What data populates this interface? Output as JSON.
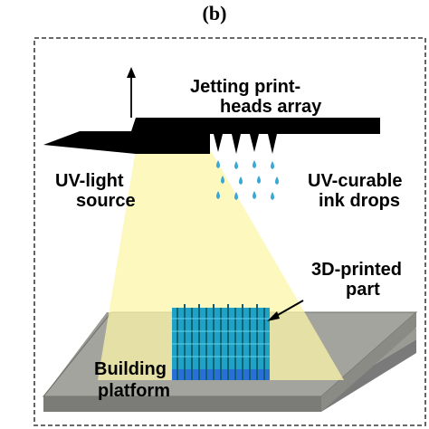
{
  "panel_label": "(b)",
  "labels": {
    "jetting_line1": "Jetting print-",
    "jetting_line2": "heads array",
    "uv_light_line1": "UV-light",
    "uv_light_line2": "source",
    "ink_line1": "UV-curable",
    "ink_line2": "ink drops",
    "part_line1": "3D-printed",
    "part_line2": "part",
    "platform_line1": "Building",
    "platform_line2": "platform"
  },
  "colors": {
    "printhead": "#000000",
    "light_cone": "#fbf6a8",
    "platform_top": "#9b9b95",
    "platform_side": "#7a7a7a",
    "part_cyan": "#1fa3c4",
    "part_dark": "#0e5f78",
    "part_blue": "#2a6fd6",
    "drops": "#3aa8d6",
    "frame": "#555555"
  }
}
